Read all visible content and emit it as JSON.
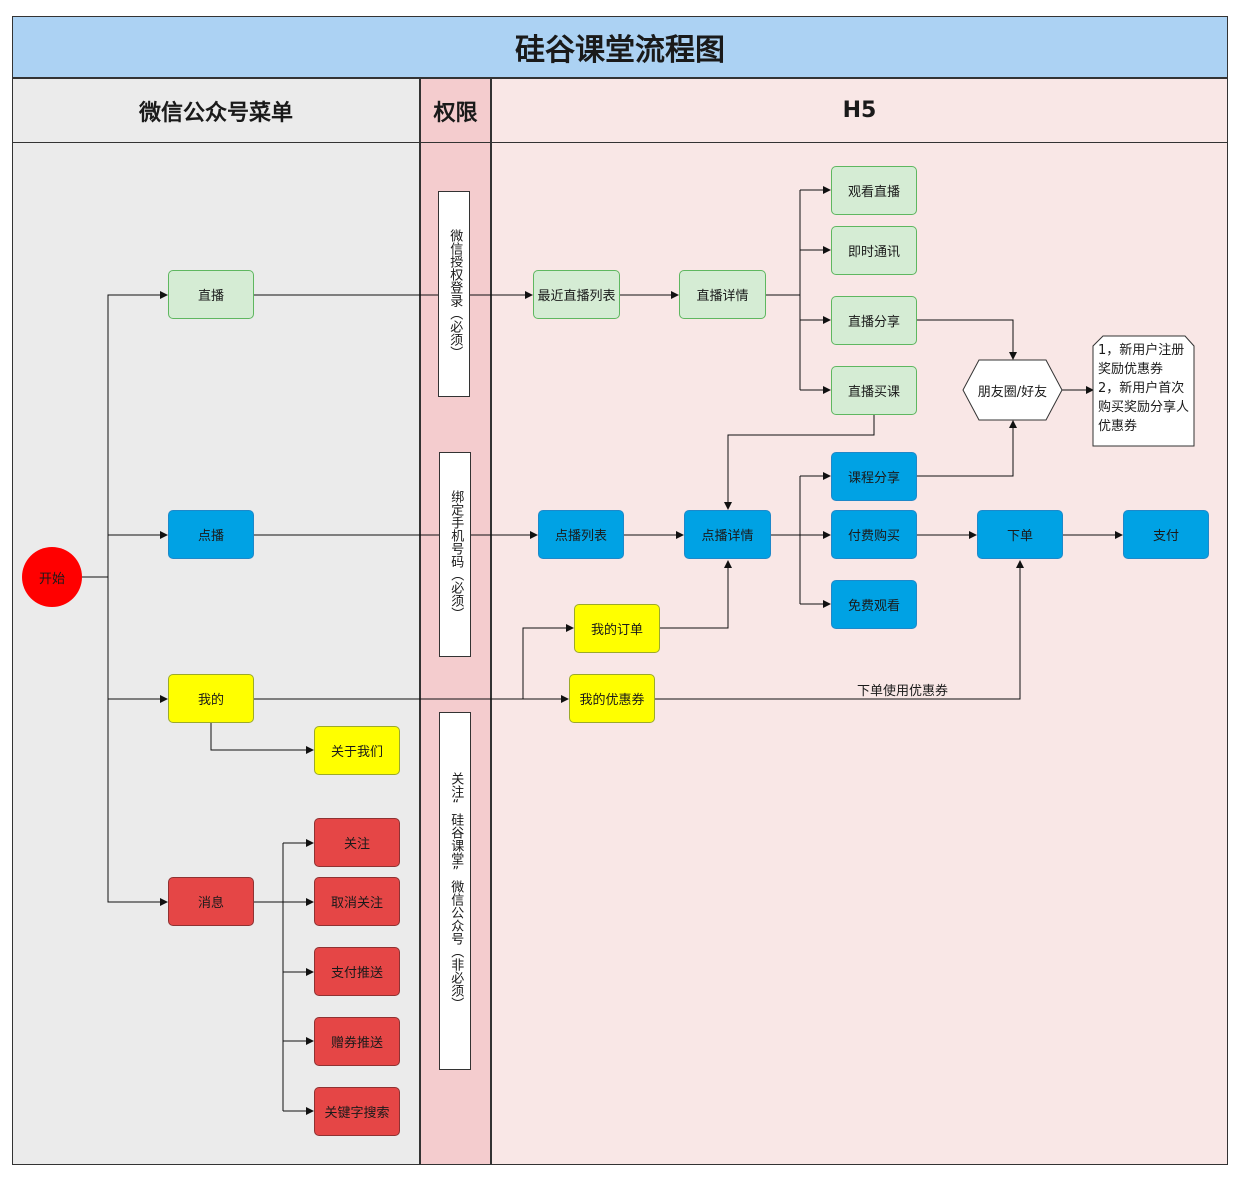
{
  "title": "硅谷课堂流程图",
  "lanes": {
    "wechat": "微信公众号菜单",
    "auth": "权限",
    "h5": "H5"
  },
  "start": "开始",
  "menu": {
    "live": "直播",
    "vod": "点播",
    "mine": "我的",
    "about": "关于我们",
    "msg": "消息",
    "follow": "关注",
    "unfollow": "取消关注",
    "pay_push": "支付推送",
    "coupon_push": "赠券推送",
    "keyword_search": "关键字搜索"
  },
  "auth": {
    "wx_login": "微信授权登录（必须）",
    "bind_phone": "绑定手机号码（必须）",
    "follow_account": "关注“硅谷课堂”微信公众号（非必须）"
  },
  "h5": {
    "live_list": "最近直播列表",
    "live_detail": "直播详情",
    "watch_live": "观看直播",
    "im": "即时通讯",
    "live_share": "直播分享",
    "live_buy": "直播买课",
    "moments": "朋友圈/好友",
    "note": "1，新用户注册奖励优惠券\n2，新用户首次购买奖励分享人优惠券",
    "vod_list": "点播列表",
    "vod_detail": "点播详情",
    "course_share": "课程分享",
    "paid_buy": "付费购买",
    "free_watch": "免费观看",
    "order": "下单",
    "pay": "支付",
    "my_orders": "我的订单",
    "my_coupons": "我的优惠券",
    "coupon_label": "下单使用优惠券"
  },
  "colors": {
    "title_bg": "#acd2f3",
    "lane_wechat": "#ebebeb",
    "lane_auth": "#f4ccce",
    "lane_h5": "#f9e7e6",
    "green": "#d5ecd4",
    "blue": "#00a2e4",
    "yellow": "#ffff00",
    "red": "#e54646",
    "start": "#ff0000"
  }
}
